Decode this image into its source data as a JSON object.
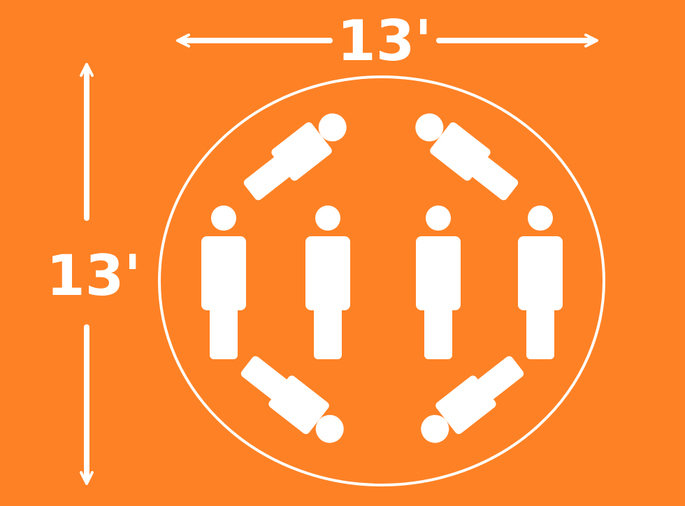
{
  "colors": {
    "background": "#FF8125",
    "foreground": "#FFFFFF"
  },
  "dimensions": {
    "width_label": "13'",
    "height_label": "13'"
  },
  "area": {
    "shape": "circle",
    "occupant_count": 8,
    "occupant_icon": "person-icon"
  }
}
